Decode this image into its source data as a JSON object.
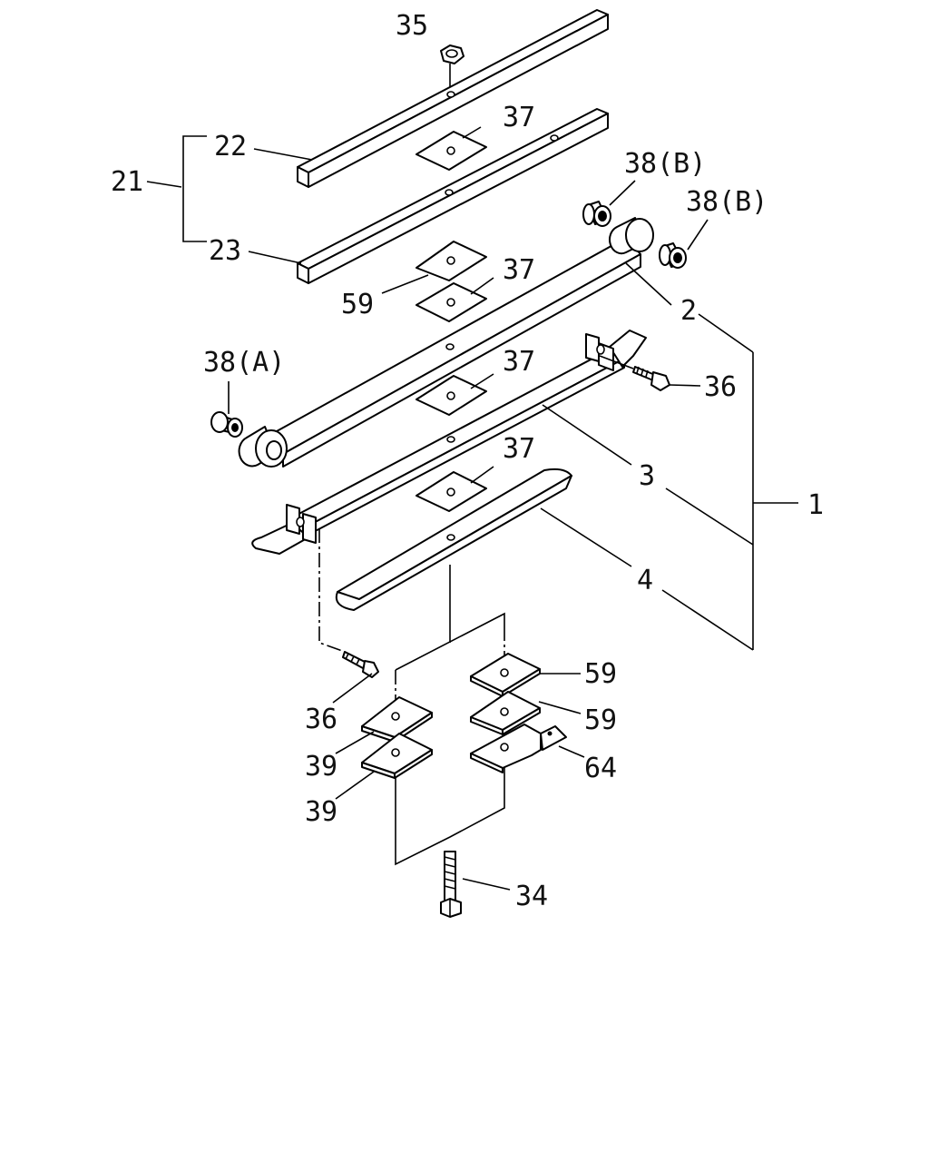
{
  "callouts": {
    "p35": "35",
    "p37_a": "37",
    "p22": "22",
    "p21": "21",
    "p23": "23",
    "p38b_1": "38(B)",
    "p38b_2": "38(B)",
    "p59_a": "59",
    "p37_b": "37",
    "p2": "2",
    "p38a": "38(A)",
    "p37_c": "37",
    "p36_a": "36",
    "p3": "3",
    "p37_d": "37",
    "p1": "1",
    "p4": "4",
    "p59_b": "59",
    "p59_c": "59",
    "p64": "64",
    "p36_b": "36",
    "p39_a": "39",
    "p39_b": "39",
    "p34": "34"
  }
}
